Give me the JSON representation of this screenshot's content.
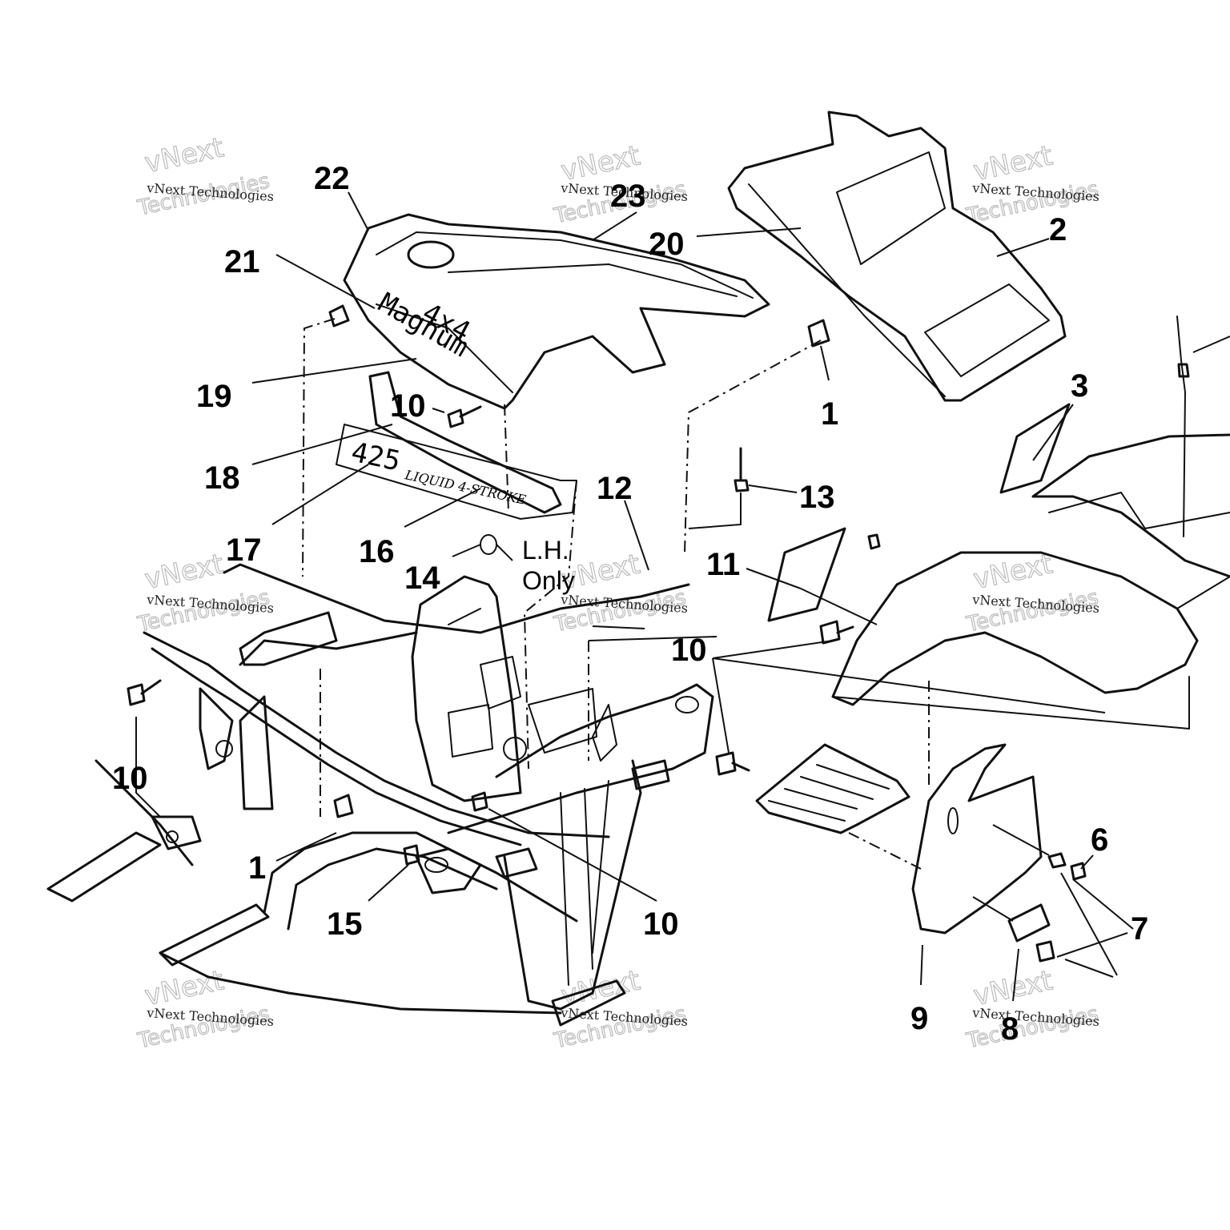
{
  "callouts": [
    {
      "id": "c22",
      "label": "22"
    },
    {
      "id": "c23",
      "label": "23"
    },
    {
      "id": "c21",
      "label": "21"
    },
    {
      "id": "c20",
      "label": "20"
    },
    {
      "id": "c2",
      "label": "2"
    },
    {
      "id": "c19",
      "label": "19"
    },
    {
      "id": "c10a",
      "label": "10"
    },
    {
      "id": "c1a",
      "label": "1"
    },
    {
      "id": "c3",
      "label": "3"
    },
    {
      "id": "c18",
      "label": "18"
    },
    {
      "id": "c12",
      "label": "12"
    },
    {
      "id": "c13",
      "label": "13"
    },
    {
      "id": "c17",
      "label": "17"
    },
    {
      "id": "c16",
      "label": "16"
    },
    {
      "id": "c14",
      "label": "14"
    },
    {
      "id": "c11",
      "label": "11"
    },
    {
      "id": "c10b",
      "label": "10"
    },
    {
      "id": "c10c",
      "label": "10"
    },
    {
      "id": "c6",
      "label": "6"
    },
    {
      "id": "c1b",
      "label": "1"
    },
    {
      "id": "c15",
      "label": "15"
    },
    {
      "id": "c10d",
      "label": "10"
    },
    {
      "id": "c7",
      "label": "7"
    },
    {
      "id": "c9",
      "label": "9"
    },
    {
      "id": "c8",
      "label": "8"
    }
  ],
  "notes": {
    "lh_line1": "L.H.",
    "lh_line2": "Only"
  },
  "decals": {
    "model_4x4": "4x4",
    "model_name": "Magnum",
    "engine_size": "425",
    "engine_desc": "LIQUID 4-STROKE"
  },
  "watermark": {
    "line1": "vNext Technologies",
    "line2_a": "vNext",
    "line2_b": "Technologies"
  }
}
